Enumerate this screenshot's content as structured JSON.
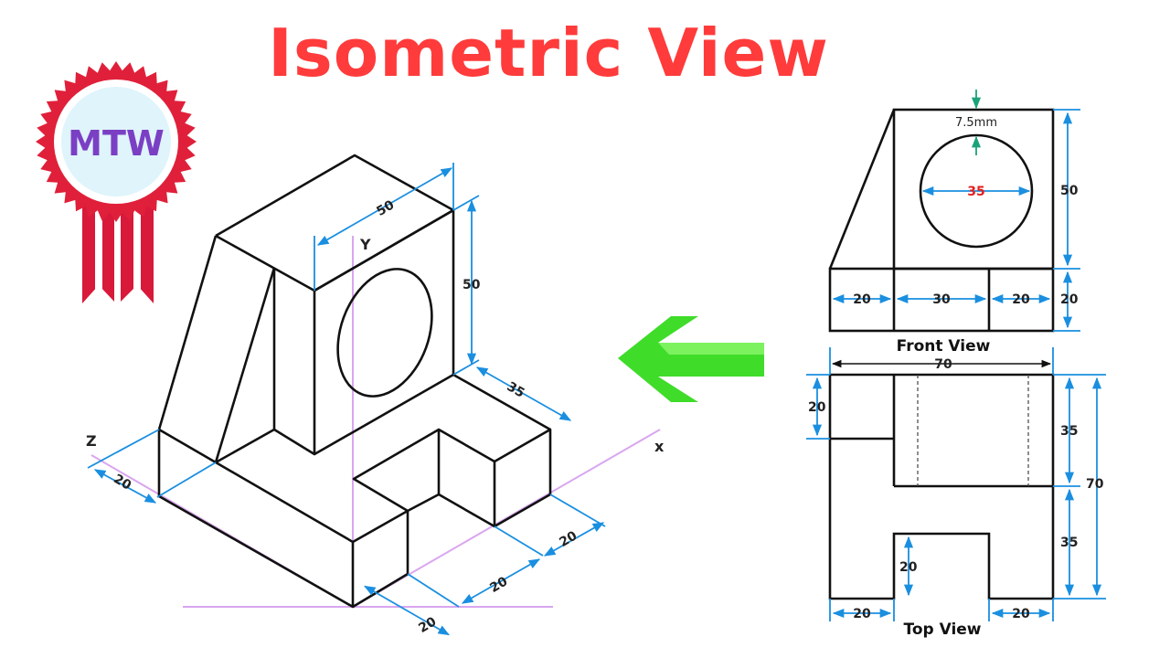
{
  "title": "Isometric View",
  "logo": {
    "text": "MTW",
    "ribbon_color": "#e0203a",
    "badge_color": "#dff4fb"
  },
  "colors": {
    "title": "#ff3b3b",
    "dimension": "#1a8fe0",
    "axis": "#d9a6f0",
    "arrow": "#3fdc2a",
    "outline": "#111111",
    "highlight": "#e32020",
    "thickness_arrow": "#1aa37a"
  },
  "isometric": {
    "axis_labels": {
      "y": "Y",
      "z": "Z",
      "x": "x"
    },
    "dims": {
      "top_width": "50",
      "height": "50",
      "depth": "35",
      "base_left": "20",
      "slot_a": "20",
      "slot_b": "20",
      "slot_c": "20"
    }
  },
  "front_view": {
    "label": "Front View",
    "dims": {
      "thickness": "7.5mm",
      "hole": "35",
      "height": "50",
      "base_height": "20",
      "left": "20",
      "middle": "30",
      "right": "20"
    }
  },
  "top_view": {
    "label": "Top View",
    "dims": {
      "width": "70",
      "left_step": "20",
      "upper": "35",
      "total": "70",
      "lower": "35",
      "slot_depth": "20",
      "bottom_left": "20",
      "bottom_right": "20"
    }
  }
}
